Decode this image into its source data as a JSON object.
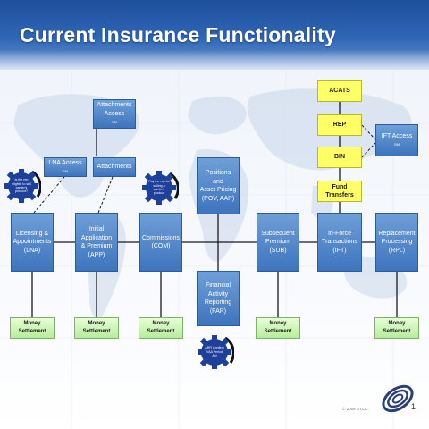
{
  "slide": {
    "title": "Current Insurance Functionality",
    "copyright": "© 2008 DTCC",
    "page_number": "1"
  },
  "boxes": {
    "attachments_access": {
      "line1": "Attachments",
      "line2": "Access",
      "sup": "SM"
    },
    "lna_access": {
      "line1": "LNA Access",
      "sup": "SM"
    },
    "attachments": {
      "line1": "Attachments"
    },
    "positions": {
      "line1": "Positions and",
      "line2": "Asset Pricing",
      "line3": "(POV, AAP)"
    },
    "acats": {
      "line1": "ACATS"
    },
    "rep": {
      "line1": "REP"
    },
    "bin": {
      "line1": "BIN"
    },
    "fund_transfers": {
      "line1": "Fund Transfers"
    },
    "ift_access": {
      "line1": "IFT Access",
      "sup": "SM"
    },
    "lna": {
      "line1": "Licensing &",
      "line2": "Appointments",
      "line3": "(LNA)"
    },
    "app": {
      "line1": "Initial",
      "line2": "Application",
      "line3": "& Premium",
      "line4": "(APP)"
    },
    "com": {
      "line1": "Commissions",
      "line2": "(COM)"
    },
    "sub": {
      "line1": "Subsequent",
      "line2": "Premium",
      "line3": "(SUB)"
    },
    "ift": {
      "line1": "In-Force",
      "line2": "Transactions",
      "line3": "(IFT)"
    },
    "rpl": {
      "line1": "Replacement",
      "line2": "Processing",
      "line3": "(RPL)"
    },
    "far": {
      "line1": "Financial",
      "line2": "Activity",
      "line3": "Reporting",
      "line4": "(FAR)"
    }
  },
  "money_settlement": "Money Settlement",
  "gears": {
    "gear1": "Is the rep eligible to sell carrier's product?",
    "gear2": "Pay the rep for selling a carrier's product",
    "gear3": "ARR Confirm VAA Period Act"
  },
  "colors": {
    "header": "#2f66b6",
    "blue_box": "#4a80c6",
    "yellow_box": "#ffff66",
    "green_box": "#c4f2a8",
    "gear": "#1e3f9a",
    "connector": "#1a1a1a"
  }
}
